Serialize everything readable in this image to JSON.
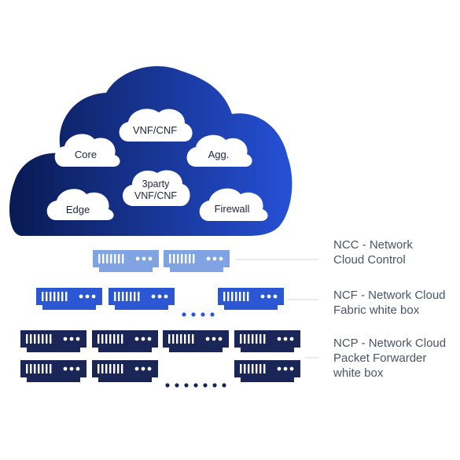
{
  "cloud": {
    "nodes": {
      "vnf": "VNF/CNF",
      "core": "Core",
      "agg": "Agg.",
      "third_party_line1": "3party",
      "third_party_line2": "VNF/CNF",
      "edge": "Edge",
      "firewall": "Firewall"
    }
  },
  "tiers": {
    "ncc": {
      "line1": "NCC - Network",
      "line2": "Cloud Control",
      "color": "#7fa3e3"
    },
    "ncf": {
      "line1": "NCF - Network Cloud",
      "line2": "Fabric white box",
      "color": "#2b57d4"
    },
    "ncp": {
      "line1": "NCP - Network Cloud",
      "line2": "Packet Forwarder",
      "line3": "white box",
      "color": "#1a2558"
    }
  },
  "colors": {
    "cloud_dark": "#091a52",
    "cloud_light": "#2650d6",
    "connector": "#cfd4dc",
    "caption": "#4a5566"
  }
}
